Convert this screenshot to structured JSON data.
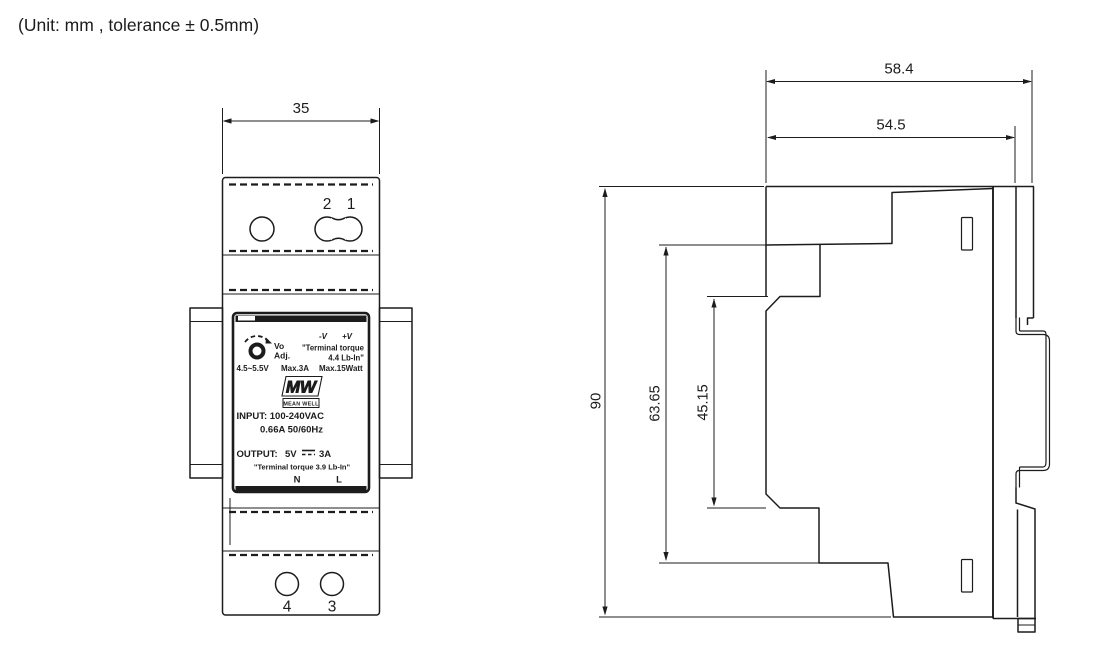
{
  "title": "(Unit: mm , tolerance ± 0.5mm)",
  "front": {
    "width_dim": "35",
    "terminal_2": "2",
    "terminal_1": "1",
    "terminal_4": "4",
    "terminal_3": "3",
    "label": {
      "vo": "Vo",
      "adj": "Adj.",
      "neg_v": "-V",
      "pos_v": "+V",
      "torque_top_1": "\"Terminal torque",
      "torque_top_2": "4.4 Lb-In\"",
      "range": "4.5~5.5V",
      "max_current": "Max.3A",
      "max_power": "Max.15Watt",
      "logo_mark": "MW",
      "logo_name": "MEAN WELL",
      "input_1": "INPUT: 100-240VAC",
      "input_2": "0.66A  50/60Hz",
      "output_prefix": "OUTPUT:",
      "output_voltage": "5V",
      "output_current": "3A",
      "torque_bottom": "\"Terminal torque 3.9 Lb-In\"",
      "neutral": "N",
      "line": "L"
    }
  },
  "side": {
    "depth_overall": "58.4",
    "depth_body": "54.5",
    "height_overall": "90",
    "height_step1": "63.65",
    "height_step2": "45.15"
  },
  "colors": {
    "line": "#1c1c1c",
    "background": "#ffffff"
  }
}
